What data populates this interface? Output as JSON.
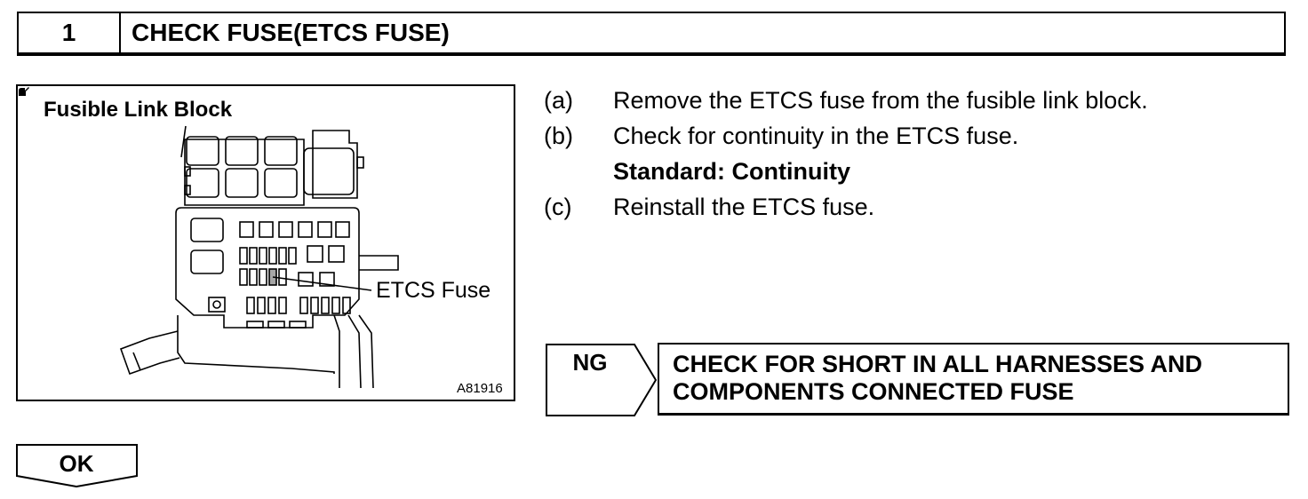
{
  "header": {
    "step_number": "1",
    "title": "CHECK FUSE(ETCS FUSE)"
  },
  "figure": {
    "title": "Fusible Link Block",
    "callout": "ETCS Fuse",
    "code": "A81916"
  },
  "steps": [
    {
      "label": "(a)",
      "text": "Remove the ETCS fuse from the fusible link block."
    },
    {
      "label": "(b)",
      "text": "Check for continuity in the ETCS fuse.",
      "standard": "Standard: Continuity"
    },
    {
      "label": "(c)",
      "text": "Reinstall the ETCS fuse."
    }
  ],
  "ng": {
    "label": "NG",
    "result_line1": "CHECK FOR SHORT IN ALL HARNESSES AND",
    "result_line2": "COMPONENTS CONNECTED FUSE"
  },
  "ok": {
    "label": "OK"
  }
}
